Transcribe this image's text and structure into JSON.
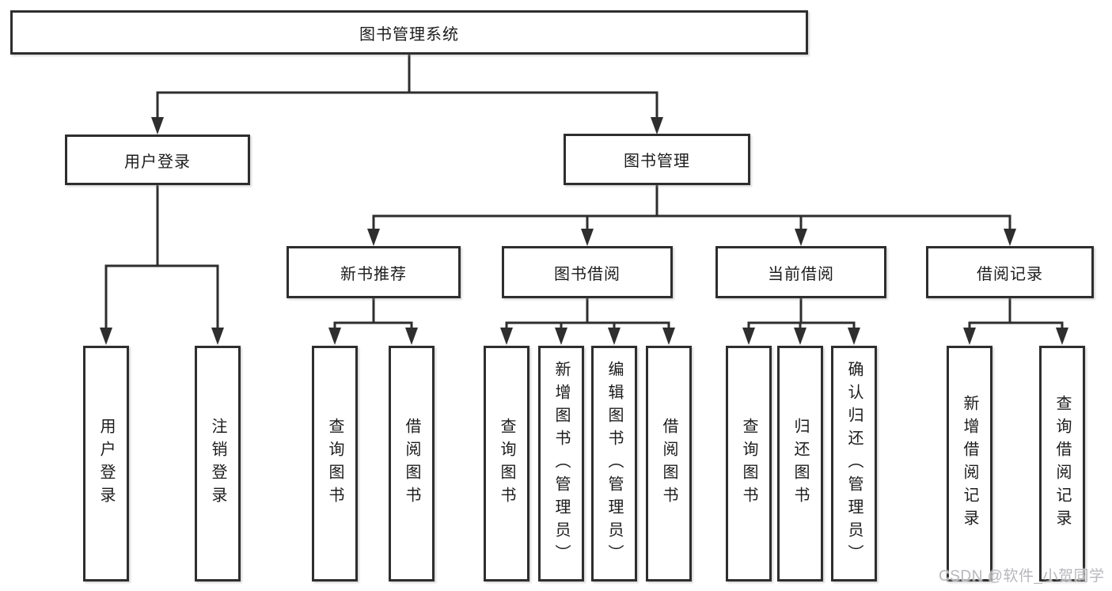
{
  "tree": {
    "root": "图书管理系统",
    "children": [
      {
        "label": "用户登录",
        "children": [
          {
            "label": "用户登录"
          },
          {
            "label": "注销登录"
          }
        ]
      },
      {
        "label": "图书管理",
        "children": [
          {
            "label": "新书推荐",
            "children": [
              {
                "label": "查询图书"
              },
              {
                "label": "借阅图书"
              }
            ]
          },
          {
            "label": "图书借阅",
            "children": [
              {
                "label": "查询图书"
              },
              {
                "label": "新增图书（管理员）"
              },
              {
                "label": "编辑图书（管理员）"
              },
              {
                "label": "借阅图书"
              }
            ]
          },
          {
            "label": "当前借阅",
            "children": [
              {
                "label": "查询图书"
              },
              {
                "label": "归还图书"
              },
              {
                "label": "确认归还（管理员）"
              }
            ]
          },
          {
            "label": "借阅记录",
            "children": [
              {
                "label": "新增借阅记录"
              },
              {
                "label": "查询借阅记录"
              }
            ]
          }
        ]
      }
    ]
  },
  "watermark": {
    "text": "CSDN @软件_小贺同学"
  },
  "colors": {
    "background": "#ffffff",
    "line": "#2e2e2e",
    "box_border": "#2e2e2e",
    "text": "#1c1c1c",
    "watermark": "#b7b7bc"
  }
}
